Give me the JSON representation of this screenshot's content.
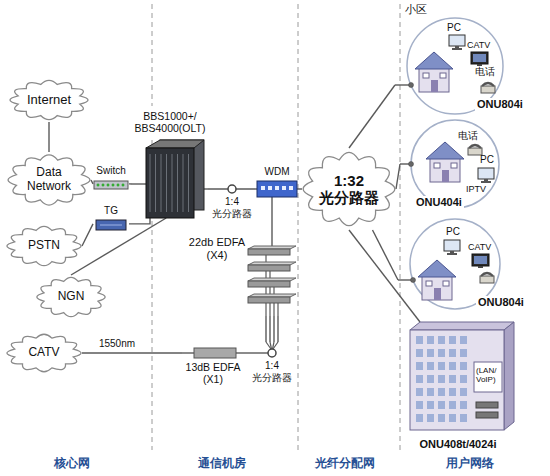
{
  "diagram": {
    "nodes": [
      {
        "text": [
          "Internet"
        ]
      },
      {
        "text": [
          "Data Network"
        ]
      },
      {
        "text": [
          "PSTN"
        ]
      },
      {
        "text": [
          "NGN"
        ]
      },
      {
        "text": [
          "CATV"
        ]
      },
      {
        "text": [
          "Switch"
        ]
      },
      {
        "text": [
          "TG"
        ]
      },
      {
        "text": [
          "BBS1000+/ BBS4000(OLT)"
        ]
      },
      {
        "text": [
          "1:4 光分路器"
        ]
      },
      {
        "text": [
          "WDM"
        ]
      },
      {
        "text": [
          "22db EDFA (X4)"
        ]
      },
      {
        "text": [
          "13dB EDFA (X1)"
        ]
      },
      {
        "text": [
          "1:4 光分路器"
        ]
      },
      {
        "text": [
          "1:32 光分路器"
        ]
      },
      {
        "text": [
          "小区",
          "PC",
          "CATV",
          "电话"
        ]
      },
      {
        "text": [
          "ONU804i"
        ],
        "in": 14
      },
      {
        "text": [
          "电话",
          "PC",
          "IPTV"
        ]
      },
      {
        "text": [
          "ONU404i"
        ],
        "in": 16
      },
      {
        "text": [
          "PC",
          "CATV"
        ]
      },
      {
        "text": [
          "ONU804i"
        ],
        "in": 18
      },
      {
        "text": [
          "ONU408t/4024i",
          "(LAN/ VoIP)"
        ]
      }
    ],
    "edges": [
      {
        "from": 0,
        "to": 1,
        "arrow": "none"
      },
      {
        "from": 1,
        "to": 5,
        "arrow": "none"
      },
      {
        "from": 5,
        "to": 7,
        "arrow": "none"
      },
      {
        "from": 2,
        "to": 6,
        "arrow": "none"
      },
      {
        "from": 6,
        "to": 7,
        "arrow": "none"
      },
      {
        "from": 3,
        "to": 7,
        "arrow": "none"
      },
      {
        "from": 7,
        "to": 8,
        "arrow": "none"
      },
      {
        "from": 8,
        "to": 9,
        "arrow": "none"
      },
      {
        "from": 9,
        "to": 13,
        "arrow": "none"
      },
      {
        "from": 9,
        "to": 10,
        "arrow": "none"
      },
      {
        "from": 10,
        "to": 12,
        "arrow": "none"
      },
      {
        "from": 4,
        "to": 11,
        "label": "1550nm",
        "arrow": "none"
      },
      {
        "from": 11,
        "to": 12,
        "arrow": "none"
      },
      {
        "from": 13,
        "to": 14,
        "arrow": "none"
      },
      {
        "from": 13,
        "to": 16,
        "arrow": "none"
      },
      {
        "from": 13,
        "to": 18,
        "arrow": "none"
      },
      {
        "from": 13,
        "to": 20,
        "arrow": "none"
      }
    ],
    "labels": [
      "核心网",
      "通信机房",
      "光纤分配网",
      "用户网络"
    ]
  }
}
